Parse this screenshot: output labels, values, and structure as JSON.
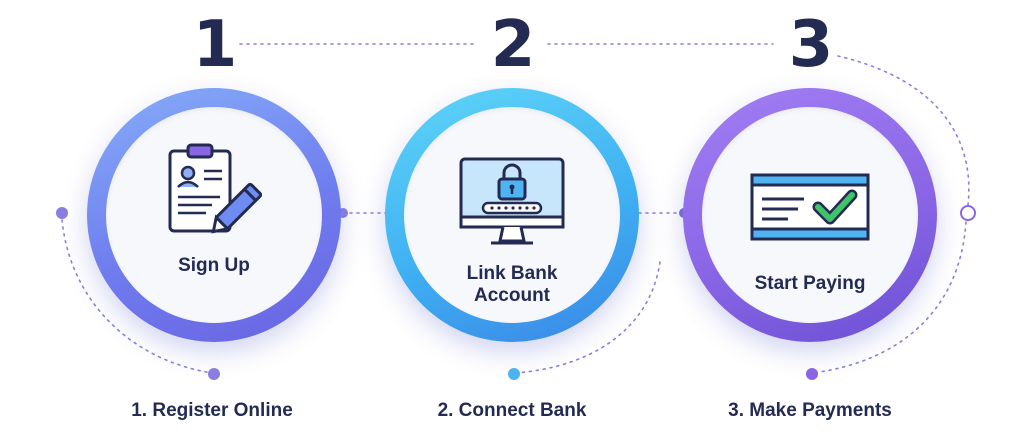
{
  "steps": [
    {
      "number": "1",
      "title": "Sign Up",
      "caption": "1. Register Online",
      "icon": "clipboard-pencil-icon",
      "color": "#6f8cf2"
    },
    {
      "number": "2",
      "title_line1": "Link Bank",
      "title_line2": "Account",
      "caption": "2. Connect Bank",
      "icon": "monitor-lock-icon",
      "color": "#3fb8f3"
    },
    {
      "number": "3",
      "title": "Start Paying",
      "caption": "3. Make Payments",
      "icon": "check-card-icon",
      "color": "#8a66e6"
    }
  ],
  "colors": {
    "text": "#242b52",
    "connector": "#8a7fe0",
    "ring1": [
      "#7fa5f8",
      "#6f6ee8"
    ],
    "ring2": [
      "#56d0f7",
      "#3b8fe8"
    ],
    "ring3": [
      "#9b7bf0",
      "#6f52d6"
    ]
  }
}
